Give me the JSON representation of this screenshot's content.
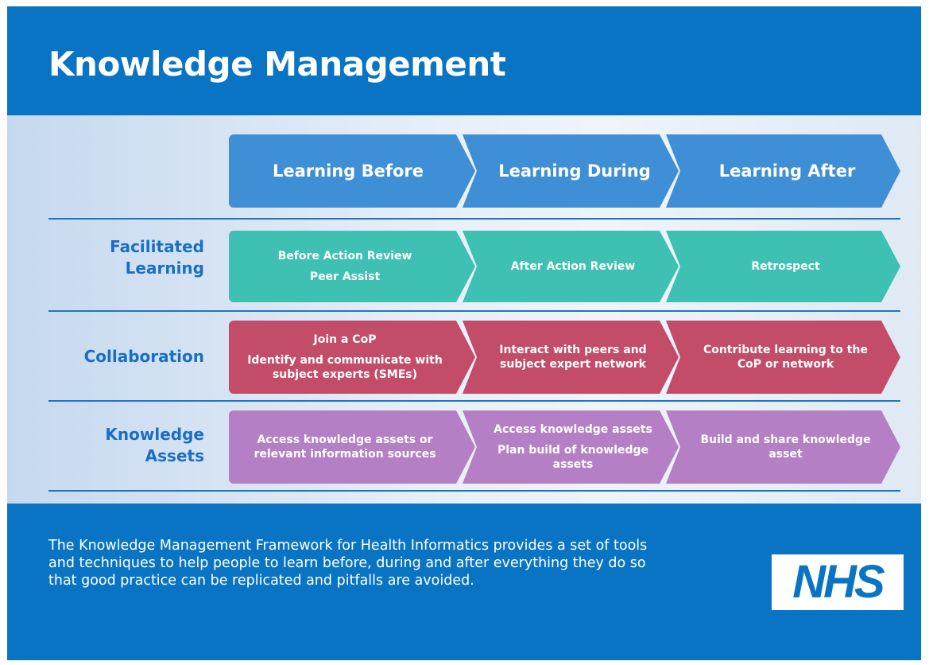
{
  "title": "Knowledge Management",
  "columns": [
    "Learning Before",
    "Learning During",
    "Learning After"
  ],
  "rows": [
    {
      "label": [
        "Facilitated",
        "Learning"
      ],
      "color": "#3ec1b2",
      "cells": [
        [
          "Before Action Review",
          "Peer Assist"
        ],
        [
          "After Action Review"
        ],
        [
          "Retrospect"
        ]
      ]
    },
    {
      "label": [
        "Collaboration"
      ],
      "color": "#c34d68",
      "cells": [
        [
          "Join a CoP",
          "Identify and communicate with subject experts (SMEs)"
        ],
        [
          "Interact with peers and subject expert network"
        ],
        [
          "Contribute learning to the CoP or network"
        ]
      ]
    },
    {
      "label": [
        "Knowledge",
        "Assets"
      ],
      "color": "#b47fc4",
      "cells": [
        [
          "Access knowledge assets or relevant information sources"
        ],
        [
          "Access knowledge assets",
          "Plan build of knowledge assets"
        ],
        [
          "Build and share knowledge asset"
        ]
      ]
    }
  ],
  "description": "The Knowledge Management Framework for Health Informatics provides a set of tools and techniques to help people to learn before, during and after everything they do so that good practice can be replicated and pitfalls are avoided.",
  "logo": {
    "text": "NHS"
  },
  "colors": {
    "background_blue": "#0a74c4",
    "header_chevron": "#3f8fd6",
    "label_blue": "#1a6fc4"
  }
}
